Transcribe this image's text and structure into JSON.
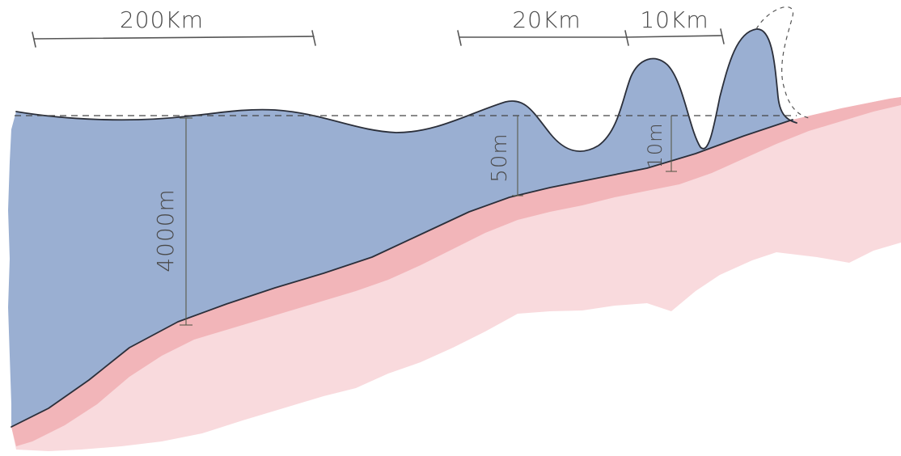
{
  "scale_bars": {
    "large": "200Km",
    "medium": "20Km",
    "small": "10Km"
  },
  "depths": {
    "deep": "4000m",
    "shelf": "50m",
    "shallow": "10m"
  },
  "colors": {
    "water": "#9aafd2",
    "ice_outline": "#2b2f3a",
    "bed_dark": "#f2b5b9",
    "bed_light": "#f9dadd",
    "annotation": "#555555"
  }
}
